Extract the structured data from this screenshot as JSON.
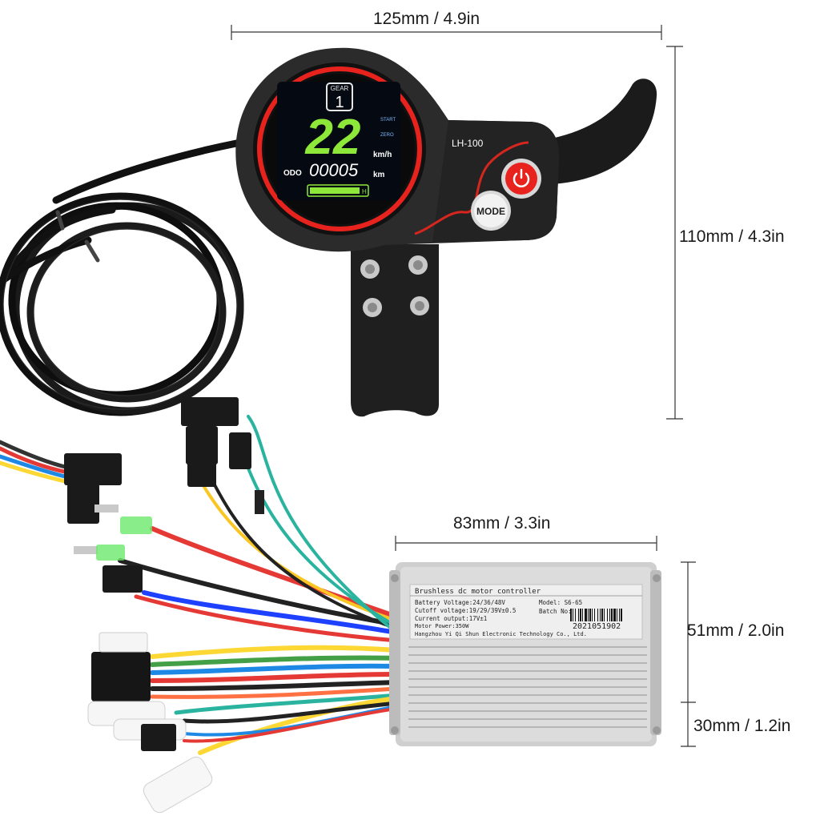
{
  "dimensions": {
    "display_width": "125mm / 4.9in",
    "display_height": "110mm /  4.3in",
    "controller_width": "83mm / 3.3in",
    "controller_height": "51mm / 2.0in",
    "controller_depth": "30mm / 1.2in"
  },
  "display": {
    "gear_label": "GEAR",
    "gear_value": "1",
    "speed": "22",
    "start_label": "START",
    "zero_label": "ZERO",
    "speed_unit": "km/h",
    "odo_label": "ODO",
    "odo_value": "00005",
    "odo_unit": "km",
    "battery_label": "H",
    "model": "LH-100",
    "mode_button": "MODE",
    "battery_level": 1.0
  },
  "controller": {
    "title": "Brushless dc motor controller",
    "battery_voltage": "Battery Voltage:24/36/48V",
    "cutoff_voltage": "Cutoff voltage:19/29/39V±0.5",
    "current_output": "Current output:17V±1",
    "motor_power": "Motor Power:350W",
    "manufacturer": "Hangzhou Yi Qi Shun Electronic Technology Co., Ltd.",
    "model_label": "Model: S6-65",
    "batch_label": "Batch No:",
    "batch_number": "2021051902"
  },
  "colors": {
    "lcd_green": "#8ee83a",
    "ring_red": "#e8231e",
    "housing": "#2b2b2b",
    "controller_silver": "#d9d9d9"
  }
}
